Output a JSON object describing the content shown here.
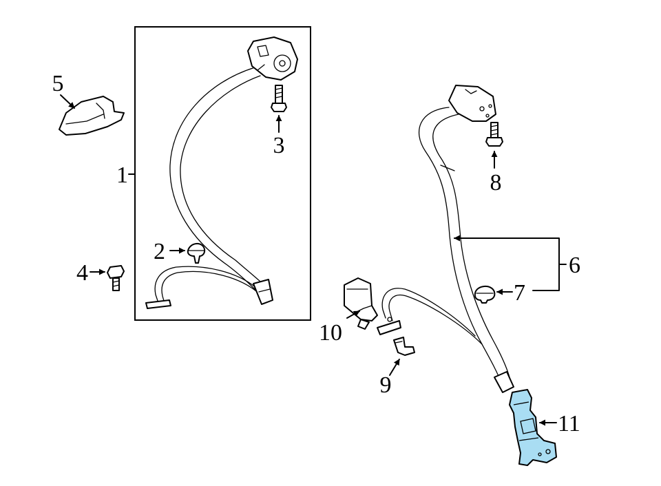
{
  "labels": {
    "l1": "1",
    "l2": "2",
    "l3": "3",
    "l4": "4",
    "l5": "5",
    "l6": "6",
    "l7": "7",
    "l8": "8",
    "l9": "9",
    "l10": "10",
    "l11": "11"
  },
  "colors": {
    "highlight": "#a9ddf3",
    "line": "#000000",
    "background": "#ffffff"
  }
}
